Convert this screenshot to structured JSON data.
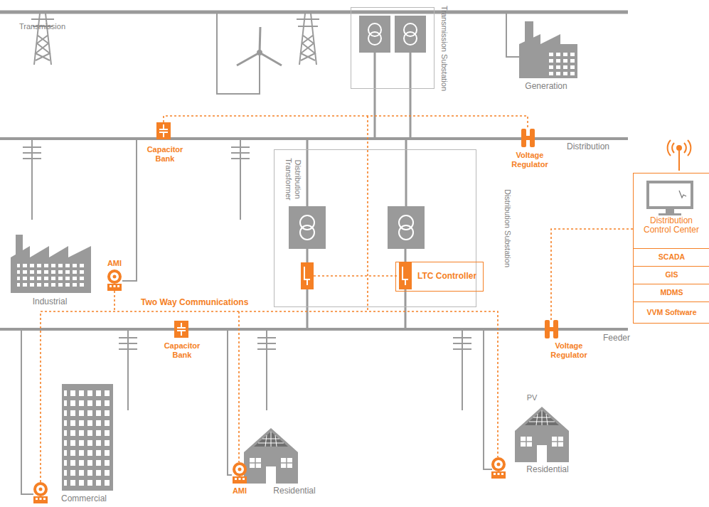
{
  "diagram": {
    "nodes": [
      {
        "text": [
          "Transmission Substation"
        ]
      },
      {
        "text": [
          "Distribution Substation"
        ]
      },
      {
        "text": [
          "LTC Controller"
        ],
        "in": 1
      },
      {
        "text": [
          "Distribution Control Center"
        ]
      },
      {
        "text": [
          "SCADA"
        ],
        "in": 3
      },
      {
        "text": [
          "GIS"
        ],
        "in": 3
      },
      {
        "text": [
          "MDMS"
        ],
        "in": 3
      },
      {
        "text": [
          "VVM Software"
        ],
        "in": 3
      }
    ],
    "labels": [
      "Transmission",
      "Generation",
      "Distribution",
      "Capacitor Bank",
      "Voltage Regulator",
      "Distribution Transformer",
      "Industrial",
      "AMI",
      "Two Way Communications",
      "Capacitor Bank",
      "Feeder",
      "Voltage Regulator",
      "PV",
      "Commercial",
      "AMI",
      "Residential",
      "Residential"
    ]
  }
}
